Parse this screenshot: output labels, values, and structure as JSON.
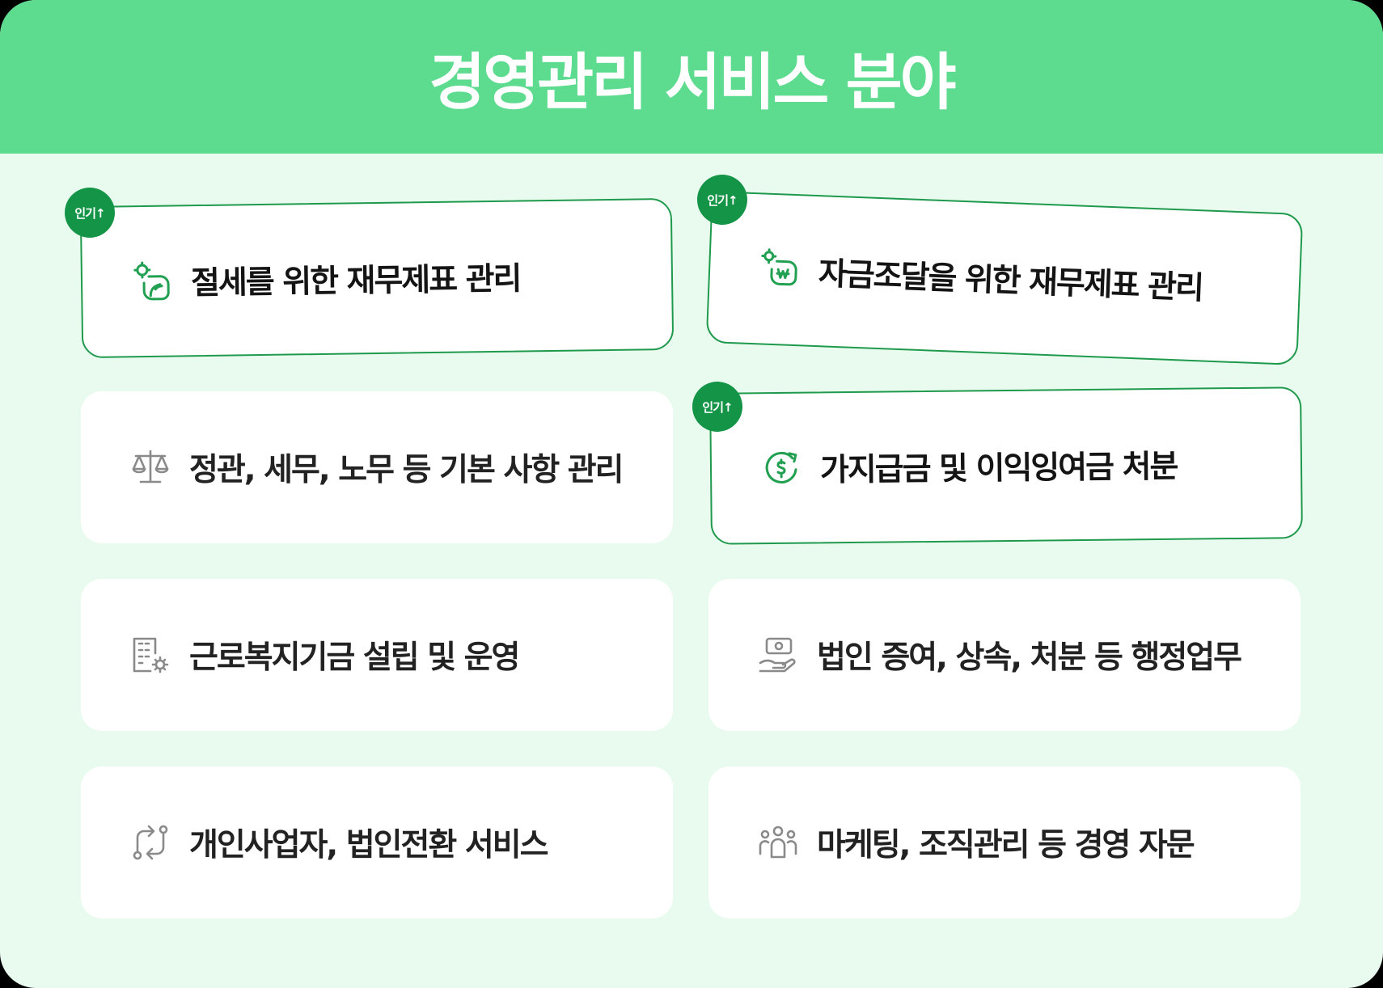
{
  "header": {
    "title": "경영관리 서비스 분야"
  },
  "colors": {
    "header_bg": "#5ddb8f",
    "page_bg": "#e9fbef",
    "badge_bg": "#139447",
    "card_border": "#1f9a4c",
    "icon_green": "#22a052",
    "icon_gray": "#8a8a8a"
  },
  "badge_label": "인기↑",
  "cards": [
    {
      "label": "절세를 위한 재무제표 관리",
      "icon": "gear-plant-icon",
      "popular": true
    },
    {
      "label": "자금조달을 위한 재무제표 관리",
      "icon": "gear-won-icon",
      "popular": true
    },
    {
      "label": "정관, 세무, 노무 등 기본 사항 관리",
      "icon": "scale-icon",
      "popular": false
    },
    {
      "label": "가지급금 및 이익잉여금 처분",
      "icon": "dollar-cycle-icon",
      "popular": true
    },
    {
      "label": "근로복지기금 설립 및 운영",
      "icon": "building-gear-icon",
      "popular": false
    },
    {
      "label": "법인 증여, 상속, 처분 등 행정업무",
      "icon": "hand-money-icon",
      "popular": false
    },
    {
      "label": "개인사업자, 법인전환 서비스",
      "icon": "exchange-icon",
      "popular": false
    },
    {
      "label": "마케팅, 조직관리 등 경영 자문",
      "icon": "team-icon",
      "popular": false
    }
  ]
}
